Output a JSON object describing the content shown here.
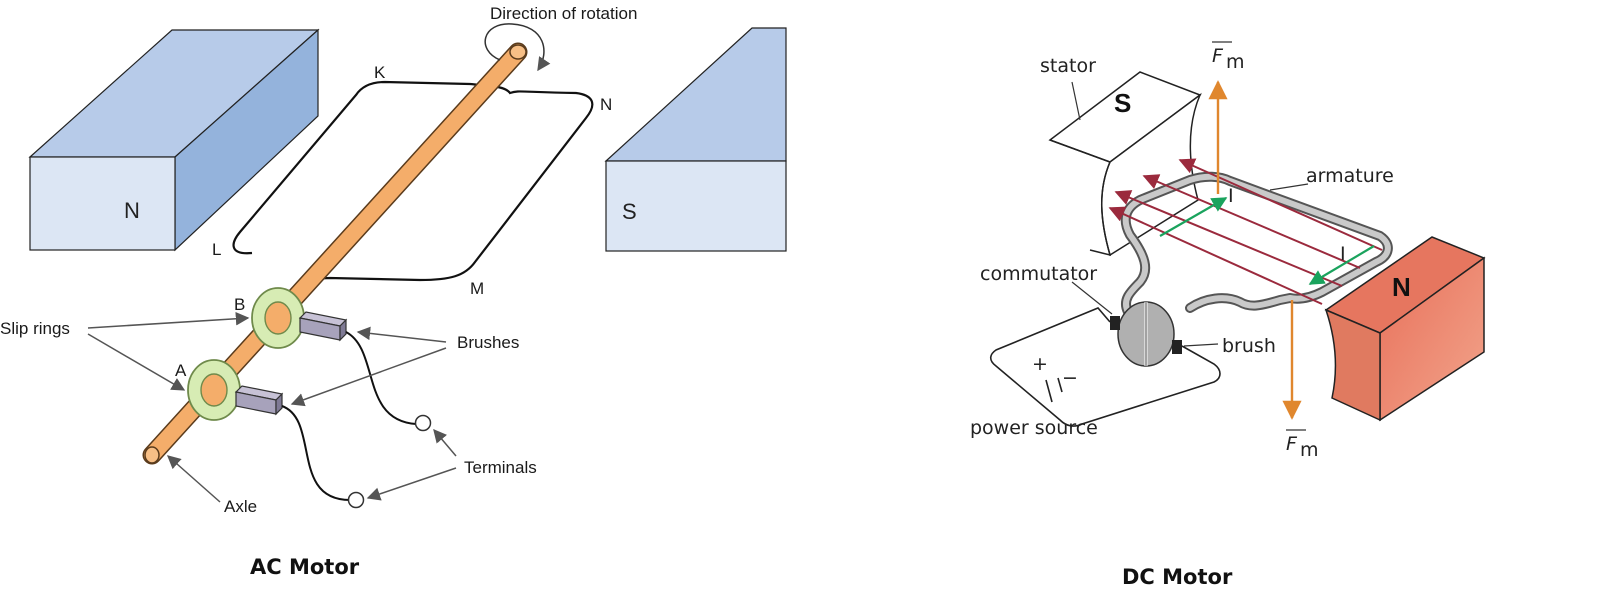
{
  "ac_motor": {
    "title": "AC Motor",
    "rotation_label": "Direction of rotation",
    "pole_north": "N",
    "pole_south": "S",
    "coil_labels": {
      "k": "K",
      "l": "L",
      "m": "M",
      "n": "N"
    },
    "ring_labels": {
      "a": "A",
      "b": "B"
    },
    "slip_rings_label": "Slip rings",
    "brushes_label": "Brushes",
    "terminals_label": "Terminals",
    "axle_label": "Axle"
  },
  "dc_motor": {
    "title": "DC Motor",
    "stator_label": "stator",
    "pole_south": "S",
    "pole_north": "N",
    "armature_label": "armature",
    "commutator_label": "commutator",
    "brush_label": "brush",
    "power_source_label": "power source",
    "force_symbol": "F",
    "force_subscript": "m",
    "current_symbol": "I",
    "plus_sign": "+",
    "minus_sign": "−"
  },
  "colors": {
    "magnet_light": "#dce6f4",
    "magnet_mid": "#b7cbe9",
    "magnet_dark": "#94b3dc",
    "axle": "#f4ad6a",
    "slip_ring": "#d7ecb4",
    "brush": "#a7a2bb",
    "dc_magnet": "#e6765f",
    "dc_magnet_light": "#ef9a80",
    "field_line": "#9b2a3d",
    "current": "#1aa35d",
    "force": "#e0872e"
  }
}
